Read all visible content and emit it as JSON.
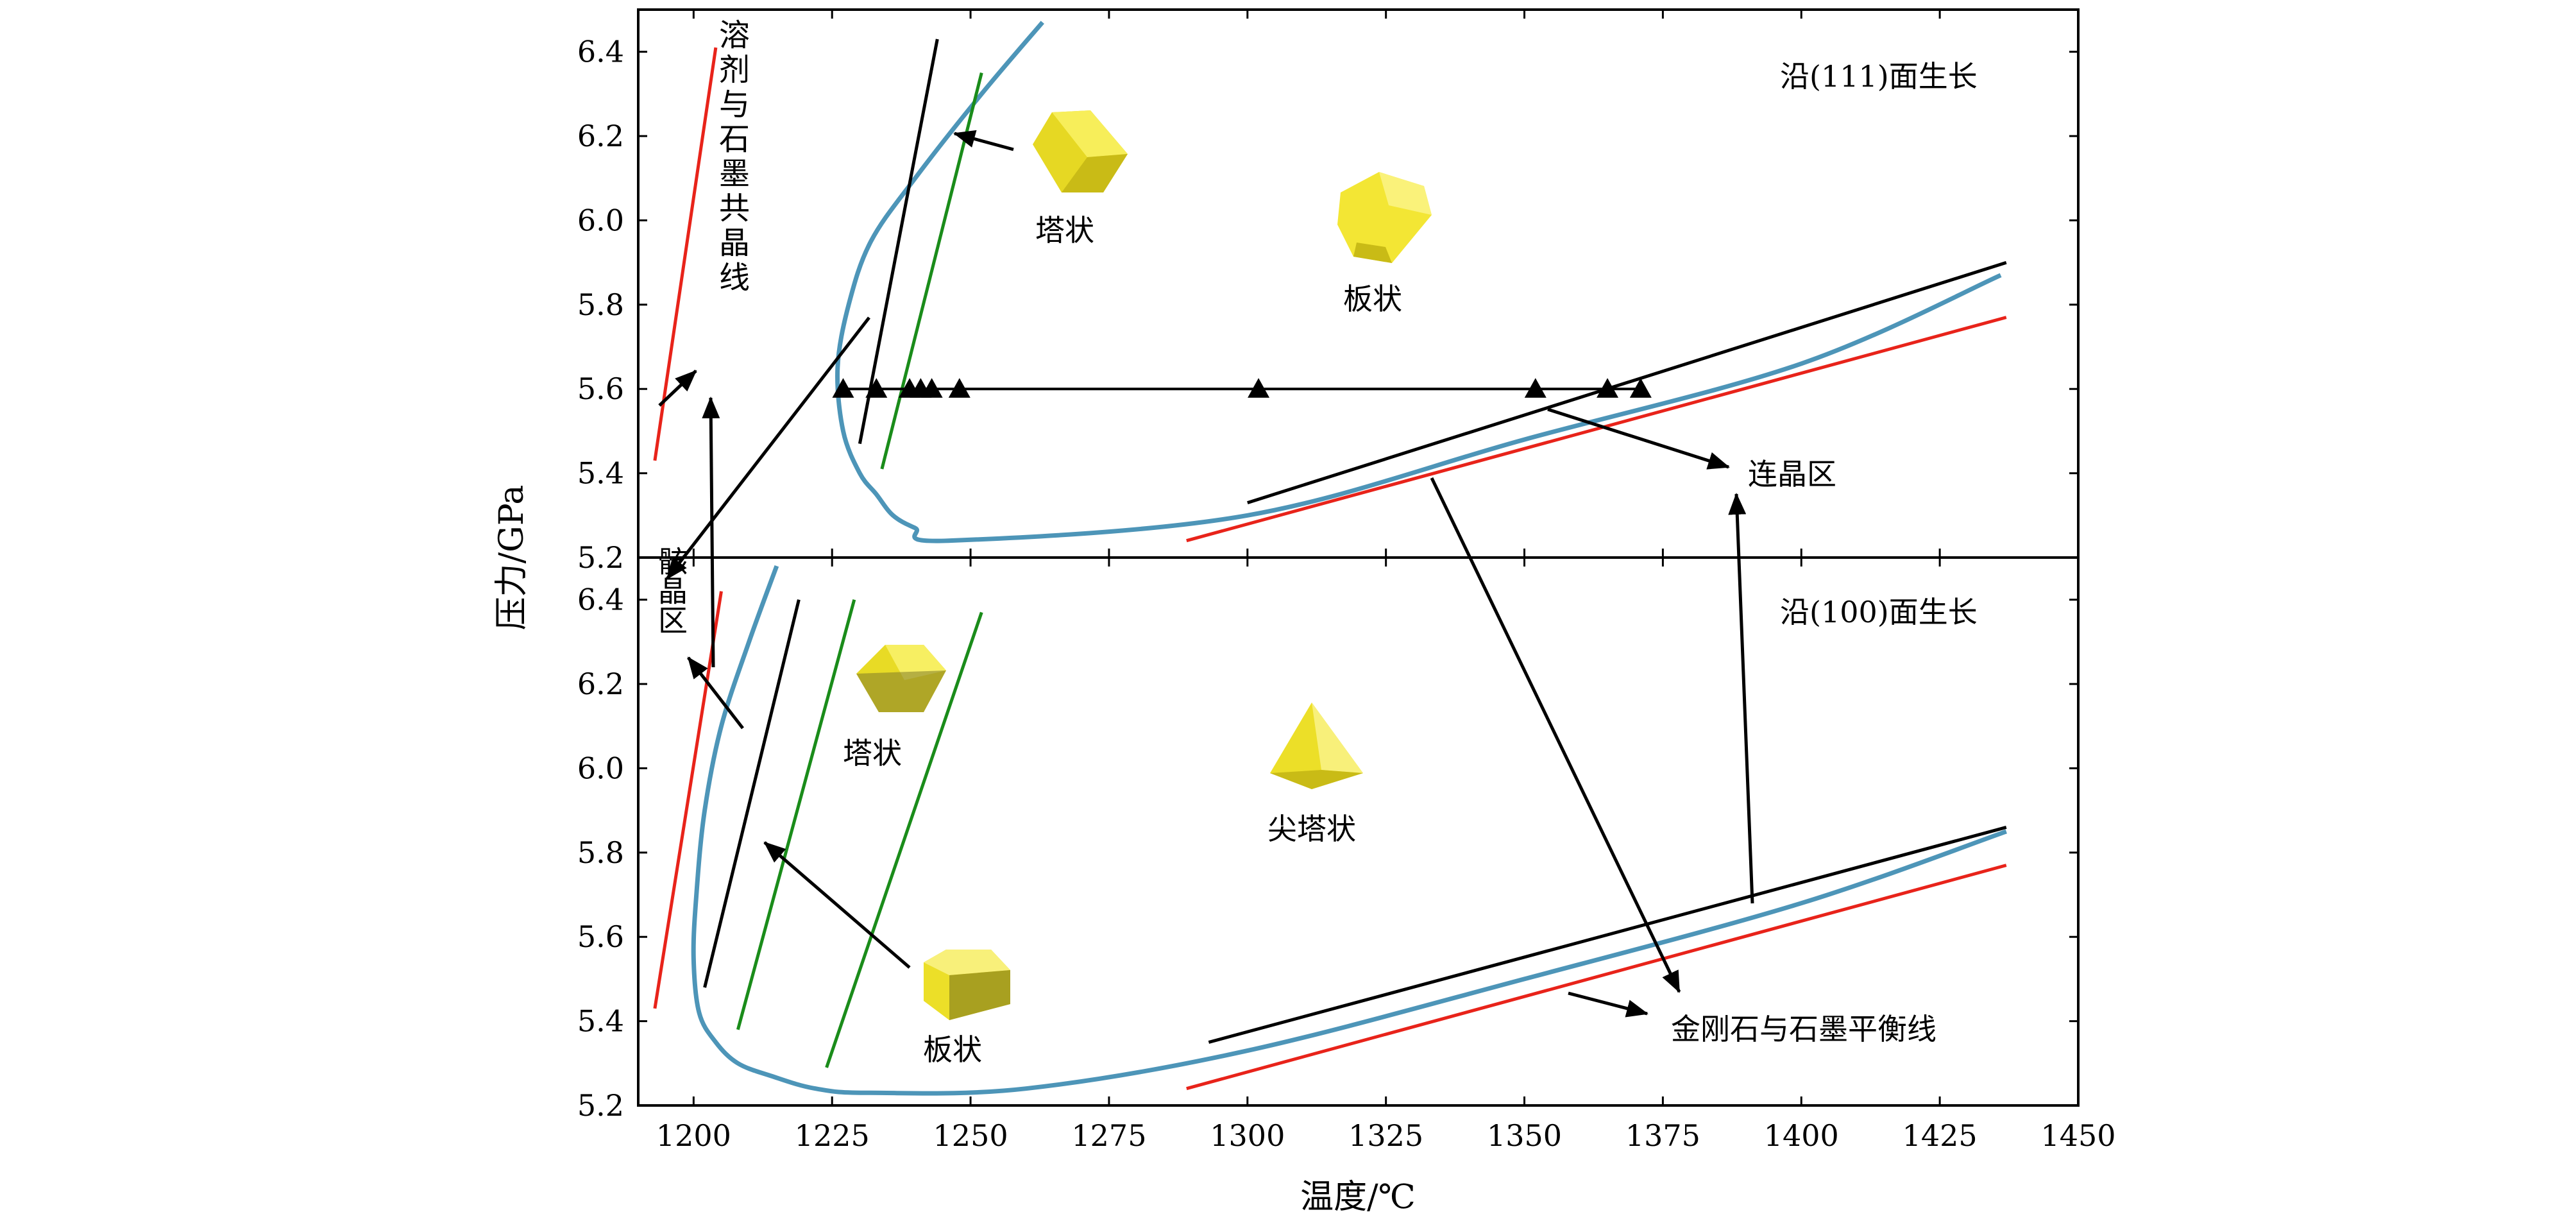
{
  "chart_data": [
    {
      "type": "line",
      "panel": "top",
      "annotation_title": "沿(111)面生长",
      "xlabel": "温度/℃",
      "ylabel": "压力/GPa",
      "xlim": [
        1190,
        1450
      ],
      "ylim": [
        5.2,
        6.5
      ],
      "yticks": [
        "5.2",
        "5.4",
        "5.6",
        "5.8",
        "6.0",
        "6.2",
        "6.4"
      ],
      "series": [
        {
          "color": "#4d95b8",
          "kind": "boundary-curve",
          "x": [
            1263,
            1252,
            1240,
            1232,
            1228,
            1226,
            1227,
            1230,
            1233,
            1236,
            1240,
            1246,
            1300,
            1350,
            1400,
            1436
          ],
          "y": [
            6.47,
            6.3,
            6.1,
            5.95,
            5.8,
            5.65,
            5.5,
            5.4,
            5.35,
            5.3,
            5.27,
            5.24,
            5.3,
            5.48,
            5.66,
            5.87
          ]
        },
        {
          "color": "#000000",
          "x": [
            1230,
            1244
          ],
          "y": [
            5.47,
            6.43
          ]
        },
        {
          "color": "#1a8c1a",
          "x": [
            1234,
            1252
          ],
          "y": [
            5.41,
            6.35
          ]
        },
        {
          "color": "#000000",
          "x": [
            1300,
            1437
          ],
          "y": [
            5.33,
            5.9
          ]
        },
        {
          "color": "#e8231a",
          "x": [
            1289,
            1437
          ],
          "y": [
            5.24,
            5.77
          ]
        },
        {
          "color": "#e8231a",
          "x": [
            1193,
            1204
          ],
          "y": [
            5.43,
            6.41
          ]
        }
      ],
      "markers": {
        "type": "triangle",
        "x": [
          1227,
          1233,
          1239,
          1241,
          1243,
          1248,
          1302,
          1352,
          1365,
          1371
        ],
        "y": [
          5.6,
          5.6,
          5.6,
          5.6,
          5.6,
          5.6,
          5.6,
          5.6,
          5.6,
          5.6
        ]
      }
    },
    {
      "type": "line",
      "panel": "bottom",
      "annotation_title": "沿(100)面生长",
      "xlabel": "温度/℃",
      "ylabel": "压力/GPa",
      "xlim": [
        1190,
        1450
      ],
      "ylim": [
        5.2,
        6.5
      ],
      "xticks": [
        "1200",
        "1225",
        "1250",
        "1275",
        "1300",
        "1325",
        "1350",
        "1375",
        "1400",
        "1425",
        "1450"
      ],
      "yticks": [
        "5.2",
        "5.4",
        "5.6",
        "5.8",
        "6.0",
        "6.2",
        "6.4"
      ],
      "series": [
        {
          "color": "#4d95b8",
          "kind": "boundary-curve",
          "x": [
            1215,
            1210,
            1205,
            1202,
            1200.5,
            1200,
            1201,
            1204,
            1208,
            1214,
            1222,
            1232,
            1260,
            1300,
            1350,
            1400,
            1437
          ],
          "y": [
            6.48,
            6.3,
            6.1,
            5.9,
            5.7,
            5.55,
            5.42,
            5.35,
            5.3,
            5.27,
            5.24,
            5.23,
            5.24,
            5.33,
            5.5,
            5.68,
            5.85
          ]
        },
        {
          "color": "#000000",
          "x": [
            1202,
            1219
          ],
          "y": [
            5.48,
            6.4
          ]
        },
        {
          "color": "#1a8c1a",
          "x": [
            1208,
            1229
          ],
          "y": [
            5.38,
            6.4
          ]
        },
        {
          "color": "#1a8c1a",
          "x": [
            1224,
            1252
          ],
          "y": [
            5.29,
            6.37
          ]
        },
        {
          "color": "#000000",
          "x": [
            1293,
            1437
          ],
          "y": [
            5.35,
            5.86
          ]
        },
        {
          "color": "#e8231a",
          "x": [
            1289,
            1437
          ],
          "y": [
            5.24,
            5.77
          ]
        },
        {
          "color": "#e8231a",
          "x": [
            1193,
            1205
          ],
          "y": [
            5.43,
            6.42
          ]
        }
      ]
    }
  ],
  "labels": {
    "top_title": "沿(111)面生长",
    "bottom_title": "沿(100)面生长",
    "solvent_line": "溶剂与石墨共晶线",
    "skeletal": "骸晶区",
    "connected": "连晶区",
    "equilibrium": "金刚石与石墨平衡线",
    "top_tower": "塔状",
    "top_plate": "板状",
    "bottom_tower": "塔状",
    "bottom_spire": "尖塔状",
    "bottom_plate": "板状"
  },
  "colors": {
    "boundary": "#4d95b8",
    "eutectic": "#e8231a",
    "green": "#1a8c1a",
    "black": "#000000",
    "crystal": "#f2e52b"
  }
}
